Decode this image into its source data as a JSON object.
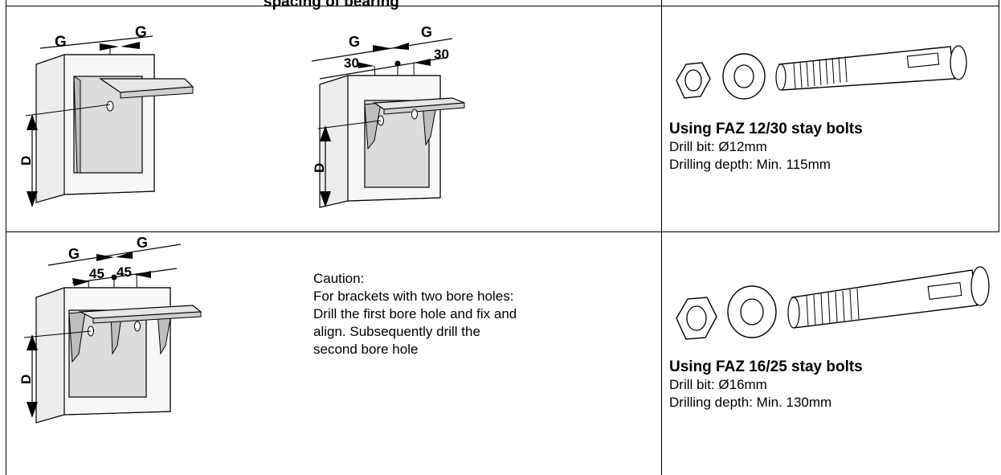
{
  "header": {
    "title": "spacing of bearing"
  },
  "row1": {
    "diagram_single": {
      "labels": {
        "g_left": "G",
        "g_right": "G",
        "d": "D"
      }
    },
    "diagram_double30": {
      "labels": {
        "g_left": "G",
        "g_right": "G",
        "off_left": "30",
        "off_right": "30",
        "d": "D"
      }
    },
    "bolt_info": {
      "title": "Using FAZ 12/30 stay bolts",
      "drill_bit": "Drill bit: Ø12mm",
      "drilling_depth": "Drilling depth: Min. 115mm"
    }
  },
  "row2": {
    "diagram_double45": {
      "labels": {
        "g_left": "G",
        "g_right": "G",
        "off_left": "45",
        "off_right": "45",
        "d": "D"
      }
    },
    "caution": {
      "heading": "Caution:",
      "line1": "For brackets with two bore holes:",
      "line2": "Drill the first bore hole and fix and",
      "line3": "align. Subsequently drill the",
      "line4": "second bore hole"
    },
    "bolt_info": {
      "title": "Using FAZ 16/25 stay bolts",
      "drill_bit": "Drill bit: Ø16mm",
      "drilling_depth": "Drilling depth: Min. 130mm"
    }
  }
}
